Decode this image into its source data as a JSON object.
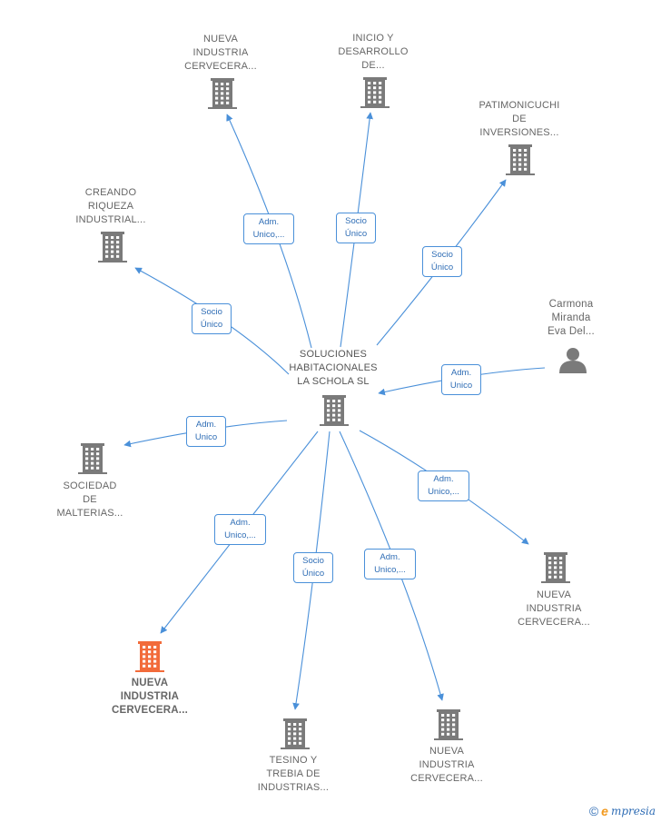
{
  "nodes": {
    "center": {
      "label": "SOLUCIONES\nHABITACIONALES\nLA SCHOLA  SL",
      "icon": "building-icon",
      "color": "#7a7a7a"
    },
    "nueva_top": {
      "label": "NUEVA\nINDUSTRIA\nCERVECERA...",
      "icon": "building-icon",
      "color": "#7a7a7a"
    },
    "inicio": {
      "label": "INICIO Y\nDESARROLLO\nDE...",
      "icon": "building-icon",
      "color": "#7a7a7a"
    },
    "patimonicuchi": {
      "label": "PATIMONICUCHI\nDE\nINVERSIONES...",
      "icon": "building-icon",
      "color": "#7a7a7a"
    },
    "creando": {
      "label": "CREANDO\nRIQUEZA\nINDUSTRIAL...",
      "icon": "building-icon",
      "color": "#7a7a7a"
    },
    "carmona": {
      "label": "Carmona\nMiranda\nEva Del...",
      "icon": "person-icon",
      "color": "#7a7a7a"
    },
    "sociedad": {
      "label": "SOCIEDAD\nDE\nMALTERIAS...",
      "icon": "building-icon",
      "color": "#7a7a7a"
    },
    "nueva_right": {
      "label": "NUEVA\nINDUSTRIA\nCERVECERA...",
      "icon": "building-icon",
      "color": "#7a7a7a"
    },
    "nueva_highlight": {
      "label": "NUEVA\nINDUSTRIA\nCERVECERA...",
      "icon": "building-icon",
      "color": "#f26b3a"
    },
    "tesino": {
      "label": "TESINO Y\nTREBIA DE\nINDUSTRIAS...",
      "icon": "building-icon",
      "color": "#7a7a7a"
    },
    "nueva_bottom": {
      "label": "NUEVA\nINDUSTRIA\nCERVECERA...",
      "icon": "building-icon",
      "color": "#7a7a7a"
    }
  },
  "edges": [
    {
      "id": "to-nueva-top",
      "label": "Adm.\nUnico,..."
    },
    {
      "id": "to-inicio",
      "label": "Socio\nÚnico"
    },
    {
      "id": "to-patimonicuchi",
      "label": "Socio\nÚnico"
    },
    {
      "id": "to-creando",
      "label": "Socio\nÚnico"
    },
    {
      "id": "from-carmona",
      "label": "Adm.\nUnico"
    },
    {
      "id": "to-sociedad",
      "label": "Adm.\nUnico"
    },
    {
      "id": "to-nueva-right",
      "label": "Adm.\nUnico,..."
    },
    {
      "id": "to-nueva-highlight",
      "label": "Adm.\nUnico,..."
    },
    {
      "id": "to-tesino",
      "label": "Socio\nÚnico"
    },
    {
      "id": "to-nueva-bottom",
      "label": "Adm.\nUnico,..."
    }
  ],
  "colors": {
    "edge": "#4a90d9",
    "edge_label_text": "#2f6db5"
  },
  "brand": {
    "copyright": "©",
    "e": "e",
    "name": "mpresia"
  }
}
